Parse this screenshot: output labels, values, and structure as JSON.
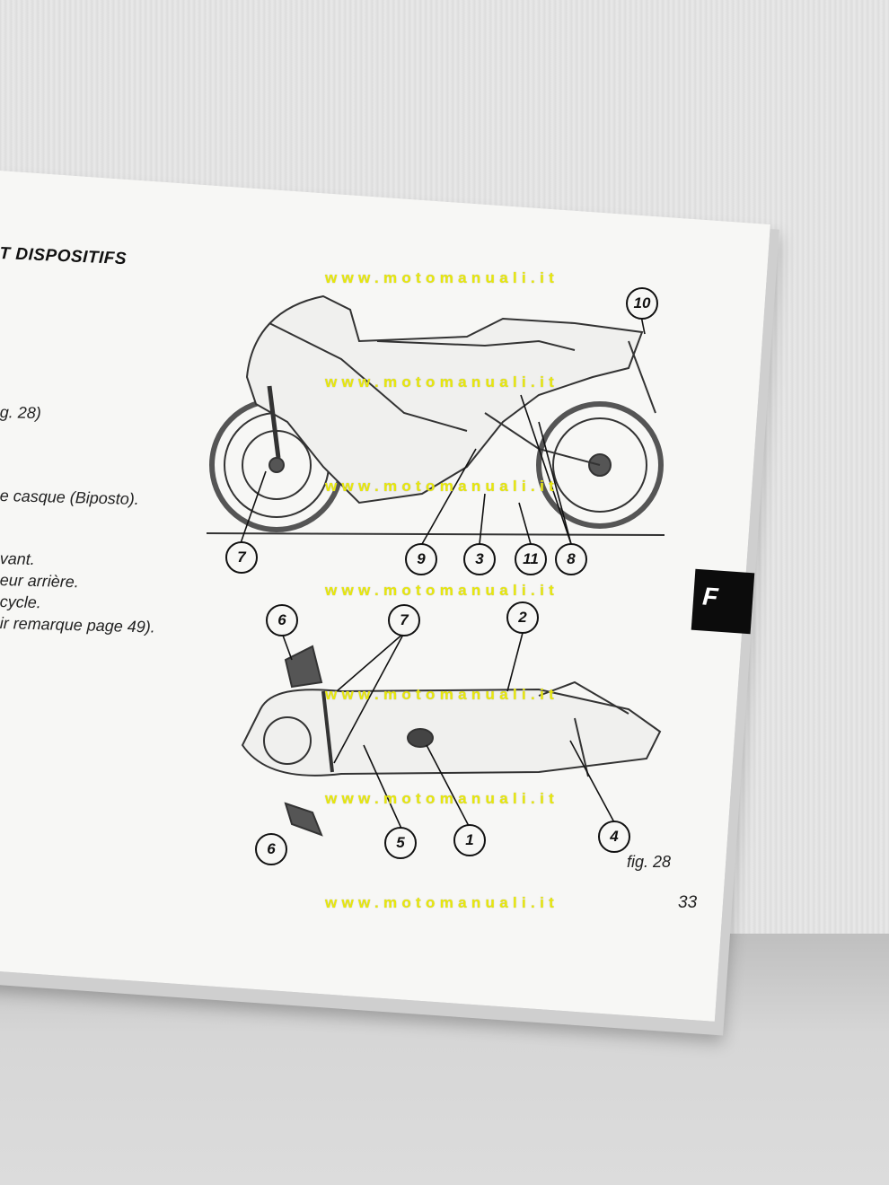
{
  "section_title": "T DISPOSITIFS",
  "text_lines": [
    "g. 28)",
    "e casque (Biposto).",
    "vant.",
    "eur arrière.",
    "cycle.",
    "ir remarque page 49)."
  ],
  "watermark": "www.motomanuali.it",
  "tab_letter": "F",
  "callouts": {
    "side_view": [
      "7",
      "9",
      "3",
      "11",
      "8",
      "10"
    ],
    "top_view": [
      "6",
      "7",
      "2",
      "6",
      "5",
      "1",
      "4"
    ]
  },
  "figure_label": "fig. 28",
  "page_number": "33"
}
